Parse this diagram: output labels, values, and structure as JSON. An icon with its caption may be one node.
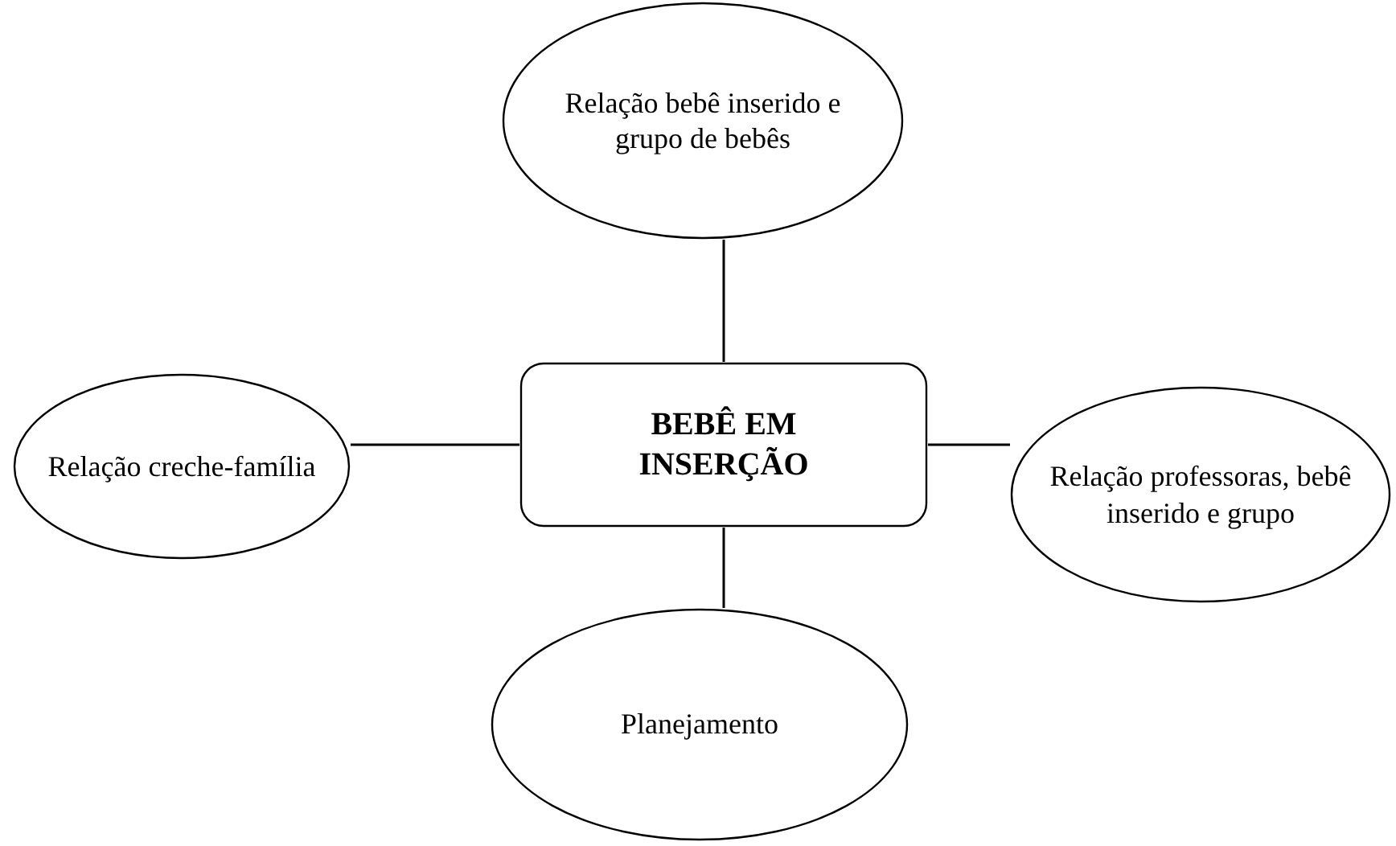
{
  "diagram": {
    "nodes": [
      {
        "text": [
          "Relação bebê inserido e grupo de bebês"
        ]
      },
      {
        "text": [
          "Relação creche-família"
        ]
      },
      {
        "text": [
          "BEBÊ EM INSERÇÃO"
        ]
      },
      {
        "text": [
          "Relação professoras, bebê inserido e grupo"
        ]
      },
      {
        "text": [
          "Planejamento"
        ]
      }
    ],
    "edges": [
      {
        "from": 2,
        "to": 0,
        "arrow": "none"
      },
      {
        "from": 2,
        "to": 1,
        "arrow": "none"
      },
      {
        "from": 2,
        "to": 3,
        "arrow": "none"
      },
      {
        "from": 2,
        "to": 4,
        "arrow": "none"
      }
    ]
  }
}
